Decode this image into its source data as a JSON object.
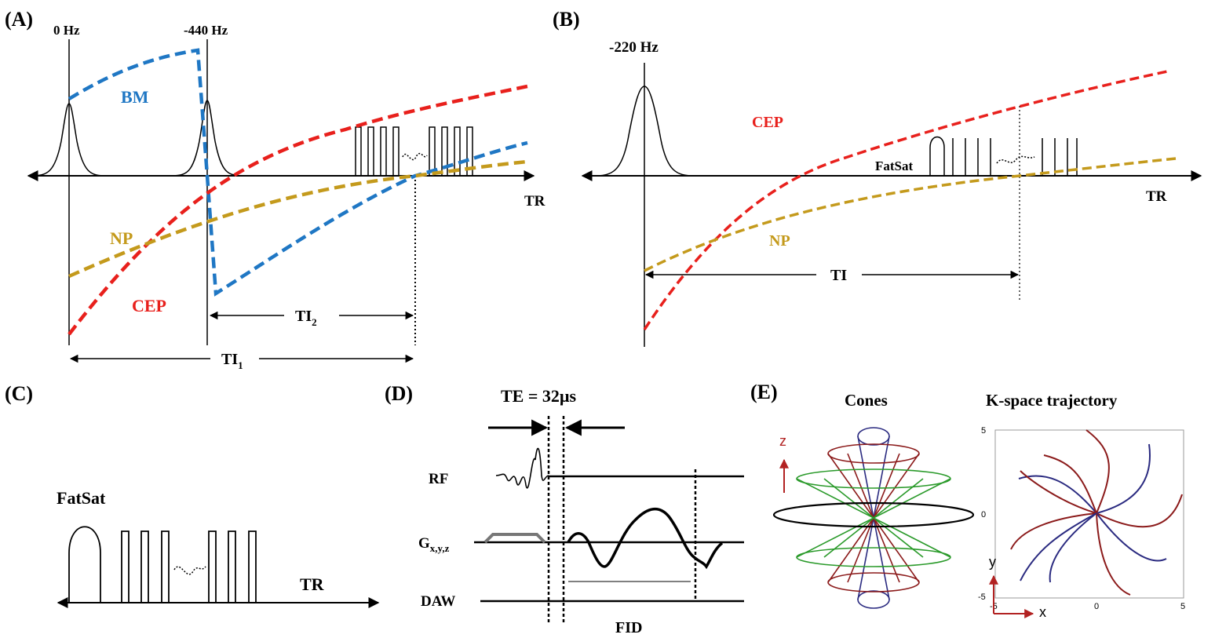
{
  "panels": {
    "A": {
      "label": "(A)",
      "freq_1": "0 Hz",
      "freq_2": "-440 Hz",
      "bm": "BM",
      "np": "NP",
      "cep": "CEP",
      "tr": "TR",
      "ti2_main": "TI",
      "ti2_sub": "2",
      "ti1_main": "TI",
      "ti1_sub": "1"
    },
    "B": {
      "label": "(B)",
      "freq": "-220 Hz",
      "cep": "CEP",
      "fatsat": "FatSat",
      "tr": "TR",
      "np": "NP",
      "ti": "TI"
    },
    "C": {
      "label": "(C)",
      "fatsat": "FatSat",
      "tr": "TR"
    },
    "D": {
      "label": "(D)",
      "te": "TE = 32µs",
      "rf": "RF",
      "g_main": "G",
      "g_sub": "x,y,z",
      "daw": "DAW",
      "fid": "FID"
    },
    "E": {
      "label": "(E)",
      "cones_title": "Cones",
      "kspace_title": "K-space trajectory",
      "z_axis": "z",
      "x_axis": "x",
      "y_axis": "y",
      "tick_5": "5",
      "tick_0": "0",
      "tick_m5": "-5",
      "tick_x_m5": "-5",
      "tick_x_0": "0",
      "tick_x_5": "5"
    }
  },
  "colors": {
    "bm": "#1f77c4",
    "cep": "#e8201c",
    "np": "#c49a1c",
    "cone_blue": "#2a2a80",
    "cone_red": "#8b1a1a",
    "cone_green": "#2a9a2a"
  }
}
